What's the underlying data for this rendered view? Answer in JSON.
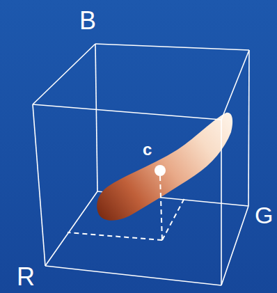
{
  "diagram": {
    "labels": [
      "B",
      "G",
      "R",
      "c"
    ]
  }
}
